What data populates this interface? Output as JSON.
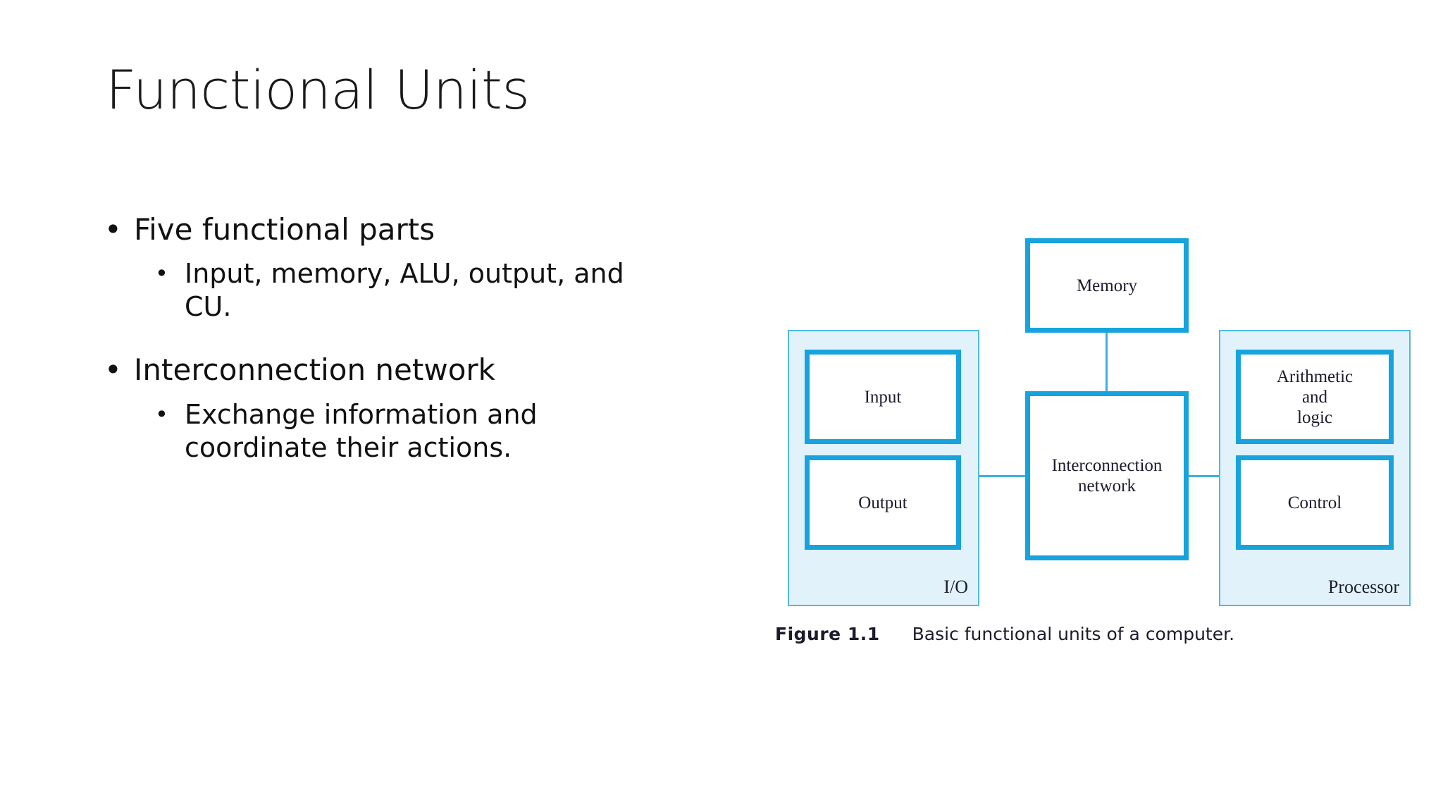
{
  "slide": {
    "title": "Functional Units",
    "background": "#ffffff",
    "bullets": [
      {
        "level": 1,
        "marker": "•",
        "text": "Five functional parts"
      },
      {
        "level": 2,
        "marker": "•",
        "text": "Input, memory, ALU, output, and CU."
      },
      {
        "level": 1,
        "marker": "•",
        "text": "Interconnection network"
      },
      {
        "level": 2,
        "marker": "•",
        "text": "Exchange information and coordinate their actions."
      }
    ]
  },
  "figure": {
    "accent_color": "#17A3DC",
    "group_fill": "#E2F2FB",
    "group_border": "#4FB9E4",
    "connector_color": "#3FAFE0",
    "nodes": {
      "memory": "Memory",
      "interconnection": "Interconnection\nnetwork",
      "interconnection_line1": "Interconnection",
      "interconnection_line2": "network",
      "input": "Input",
      "output": "Output",
      "alu_line1": "Arithmetic",
      "alu_line2": "and",
      "alu_line3": "logic",
      "control": "Control"
    },
    "groups": {
      "io_label": "I/O",
      "processor_label": "Processor"
    },
    "caption": {
      "number": "Figure 1.1",
      "text": "Basic functional units of a computer."
    }
  }
}
